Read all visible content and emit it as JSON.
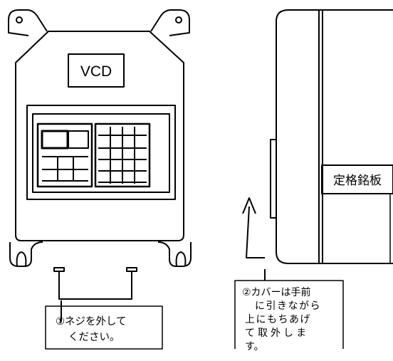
{
  "front_view": {
    "model_label": "VCD"
  },
  "side_view": {
    "nameplate_label": "定格銘板"
  },
  "callout_1": {
    "lines": [
      "①ネジを外して",
      "ください。"
    ]
  },
  "callout_2": {
    "lines": [
      "②カバーは手前",
      "に引きながら",
      "上にもちあげ",
      "て取外しま",
      "す。"
    ]
  },
  "colors": {
    "line": "#000000",
    "background": "#ffffff"
  }
}
